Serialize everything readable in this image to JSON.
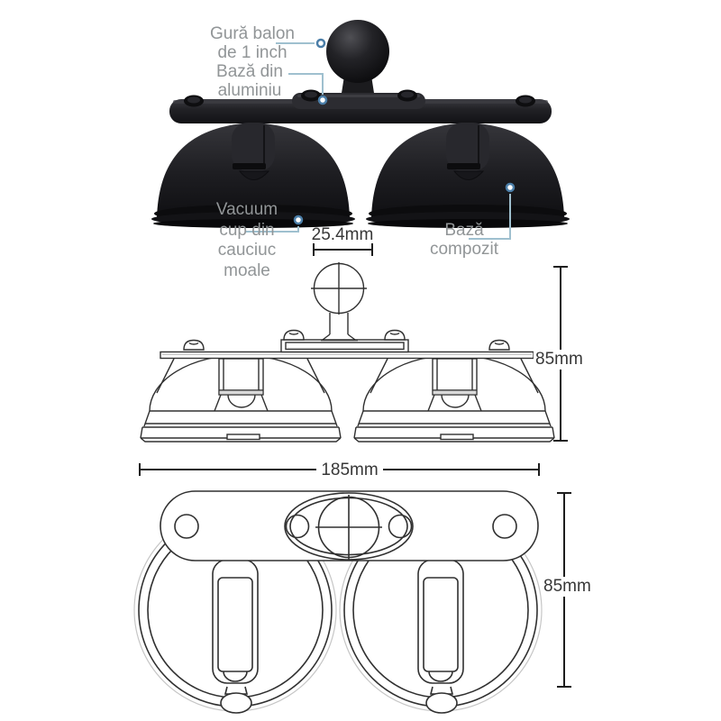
{
  "photo_labels": {
    "ball_size": "Gură balon\nde 1 inch",
    "aluminum_base": "Bază din\naluminiu",
    "vacuum_cup": "Vacuum\ncup din\ncauciuc\nmoale",
    "composite_base": "Bază\ncompozit"
  },
  "dimensions": {
    "ball_diameter": "25.4mm",
    "front_view_height": "85mm",
    "overall_width": "185mm",
    "top_view_height": "85mm"
  },
  "colors": {
    "background": "#ffffff",
    "label_text": "#919597",
    "leader_line": "#9fc0cf",
    "leader_dot_ring": "#4b7ea8",
    "dimension_text": "#373737",
    "drawing_stroke": "#303030",
    "product_black": "#141417"
  }
}
